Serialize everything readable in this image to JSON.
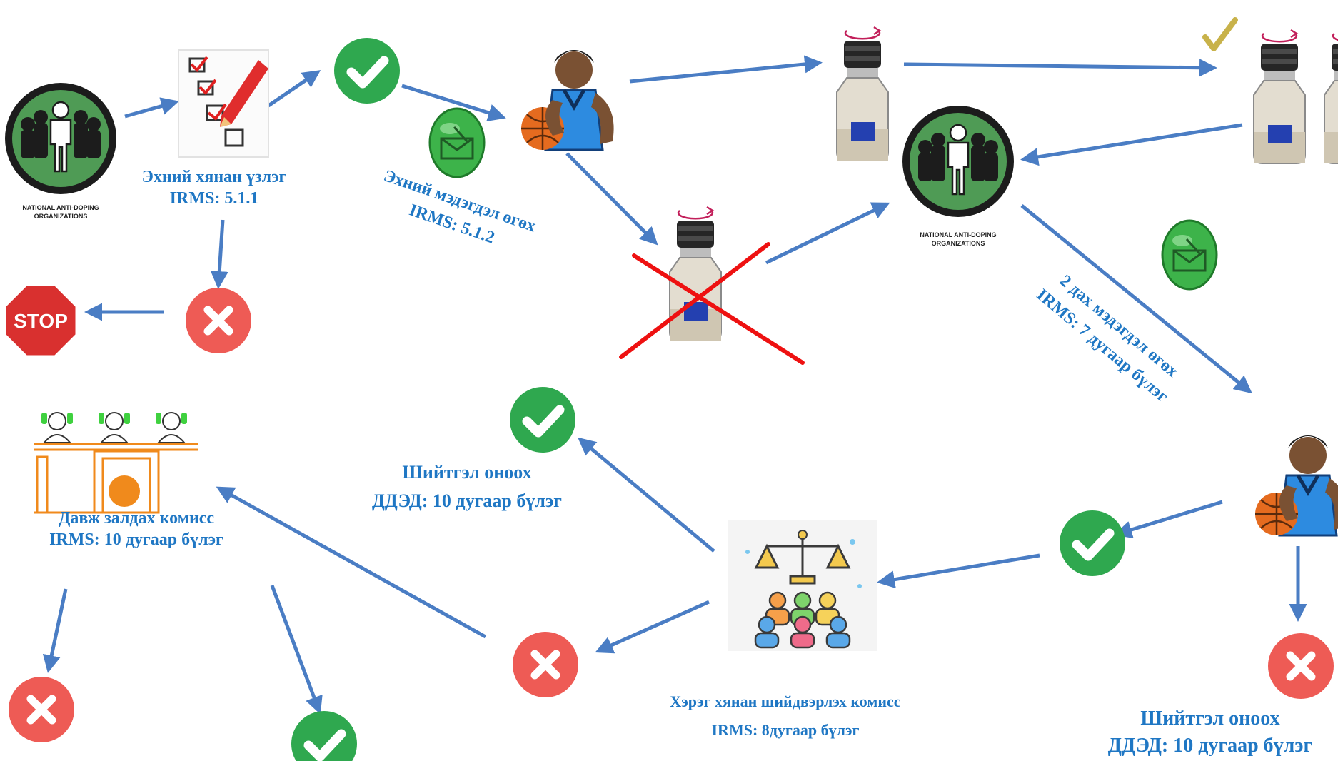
{
  "colors": {
    "arrow": "#4a7dc4",
    "label": "#1f77c4",
    "check": "#2fa84f",
    "cross": "#ee5b55",
    "stop": "#d9302f",
    "red_x": "#ee1111",
    "nado_green": "#4f9b55"
  },
  "nado_logo": {
    "line1": "NATIONAL ANTI-DOPING",
    "line2": "ORGANIZATIONS"
  },
  "stop_sign": {
    "text": "STOP"
  },
  "labels": {
    "initial_review": {
      "line1": "Эхний хянан үзлэг",
      "line2": "IRMS: 5.1.1"
    },
    "initial_notice": {
      "line1": "Эхний мэдэгдэл өгөх",
      "line2": "IRMS: 5.1.2"
    },
    "second_notice": {
      "line1": "2 дах мэдэгдэл өгөх",
      "line2": "IRMS: 7 дугаар бүлэг"
    },
    "sanction_mid": {
      "line1": "Шийтгэл оноох",
      "line2": "ДДЭД: 10 дугаар бүлэг"
    },
    "appeal": {
      "line1": "Давж залдах комисс",
      "line2": "IRMS: 10 дугаар бүлэг"
    },
    "hearing": {
      "line1": "Хэрэг хянан шийдвэрлэх комисс",
      "line2": "IRMS: 8дугаар бүлэг"
    },
    "sanction_right": {
      "line1": "Шийтгэл оноох",
      "line2": "ДДЭД: 10 дугаар бүлэг"
    }
  },
  "icons": [
    "nado-logo-icon",
    "checklist-icon",
    "check-icon",
    "cross-icon",
    "stop-sign-icon",
    "athlete-icon",
    "sample-bottle-icon",
    "envelope-icon",
    "scales-committee-icon",
    "appeal-panel-icon"
  ]
}
